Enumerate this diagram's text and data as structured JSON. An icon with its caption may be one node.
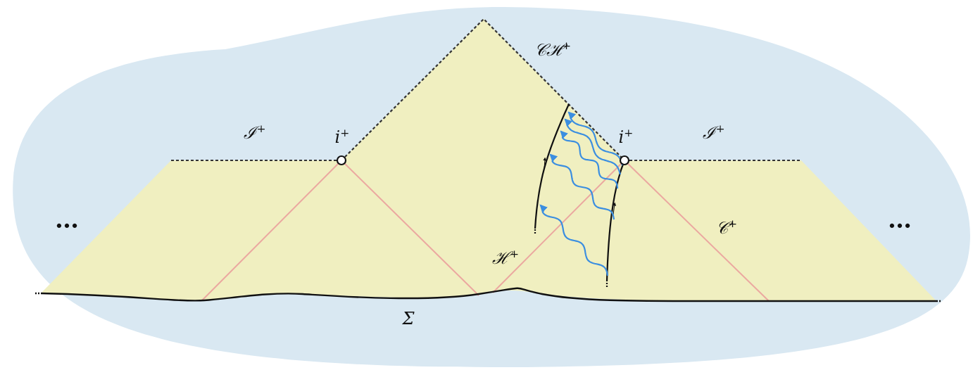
{
  "diagram": {
    "labels": [
      "ℐ$^{+}$",
      "i$^{+}$",
      "𝒞ℋ$^{+}$",
      "i$^{+}$",
      "ℐ$^{+}$",
      "…",
      "…",
      "𝒞$^{+}$",
      "ℋ$^{+}$",
      "Σ"
    ]
  }
}
